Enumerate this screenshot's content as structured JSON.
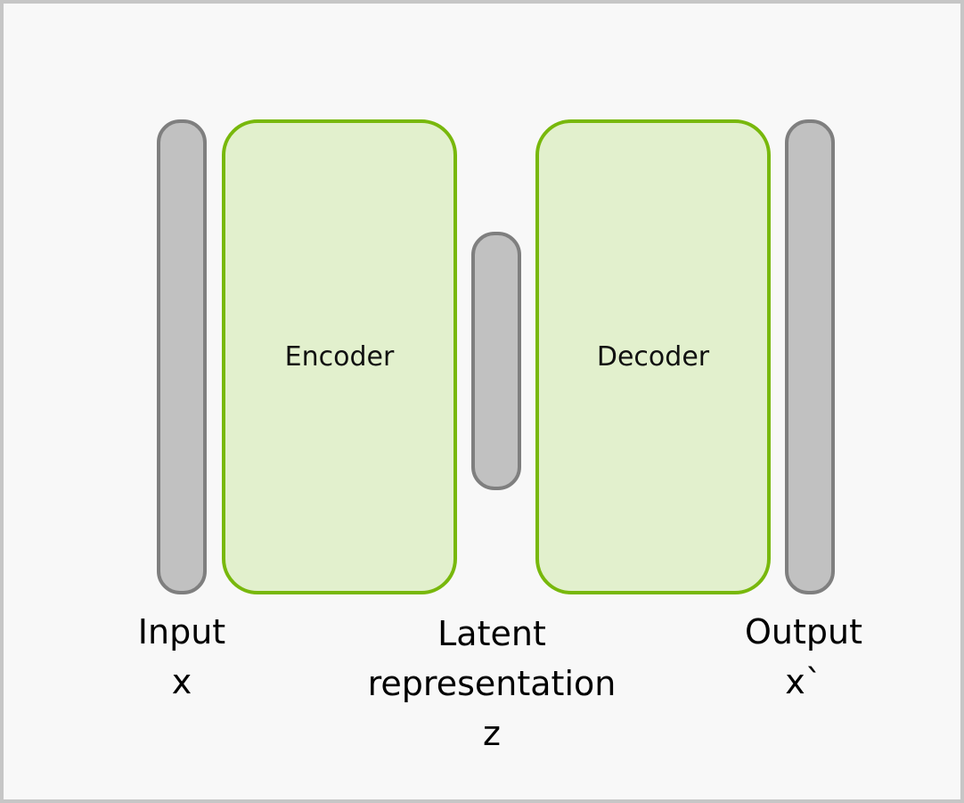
{
  "diagram": {
    "input": {
      "label": "Input",
      "symbol": "x"
    },
    "encoder": {
      "label": "Encoder"
    },
    "latent": {
      "label_line1": "Latent",
      "label_line2": "representation",
      "symbol": "z"
    },
    "decoder": {
      "label": "Decoder"
    },
    "output": {
      "label": "Output",
      "symbol": "x`"
    }
  },
  "colors": {
    "block_fill": "#e2f0cd",
    "block_border": "#78b80c",
    "bar_fill": "#c1c1c1",
    "bar_border": "#7f7f7f"
  }
}
